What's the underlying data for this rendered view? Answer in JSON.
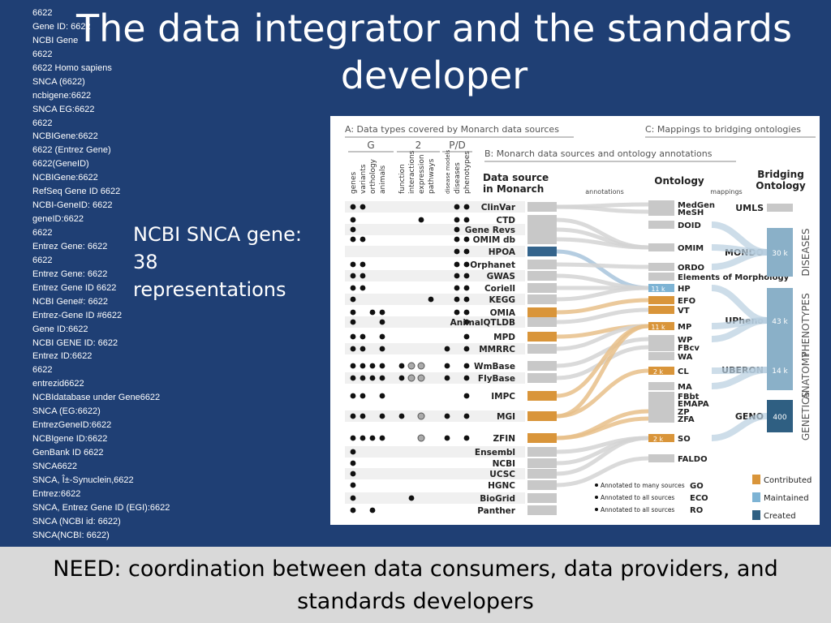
{
  "slide": {
    "title": "The data integrator and the standards developer",
    "callout": "NCBI SNCA gene:\n38\nrepresentations",
    "footer": "NEED: coordination between data consumers, data providers, and standards developers"
  },
  "identifiers": [
    "6622",
    "Gene ID: 6622",
    "NCBI Gene",
    "6622",
    "6622 Homo sapiens",
    "SNCA (6622)",
    "ncbigene:6622",
    "SNCA EG:6622",
    "6622",
    "NCBIGene:6622",
    "6622 (Entrez Gene)",
    "6622(GeneID)",
    "NCBIGene:6622",
    "RefSeq Gene ID 6622",
    "NCBI-GeneID: 6622",
    "geneID:6622",
    "6622",
    "Entrez Gene: 6622",
    "6622",
    "Entrez Gene: 6622",
    "Entrez Gene ID 6622",
    "NCBI Gene#: 6622",
    "Entrez-Gene ID #6622",
    "Gene ID:6622",
    "NCBI GENE ID: 6622",
    "Entrez ID:6622",
    "6622",
    "entrezid6622",
    "NCBIdatabase under Gene6622",
    "SNCA (EG:6622)",
    "EntrezGeneID:6622",
    "NCBIgene ID:6622",
    "GenBank ID 6622",
    "SNCA6622",
    "SNCA, Î±-Synuclein,6622",
    "Entrez:6622",
    "SNCA, Entrez Gene ID (EGI):6622",
    "SNCA (NCBI id: 6622)",
    "SNCA(NCBI: 6622)"
  ],
  "figure": {
    "section_a": "A: Data types covered by Monarch data sources",
    "section_b": "B: Monarch data sources and ontology annotations",
    "section_c": "C: Mappings to bridging ontologies",
    "groups": [
      "G",
      "2",
      "P/D"
    ],
    "datatypes": [
      "genes",
      "variants",
      "orthology",
      "animals",
      "function",
      "interactions",
      "expression",
      "pathways",
      "disease models",
      "diseases",
      "phenotypes"
    ],
    "col_source": "Data source in Monarch",
    "col_annotations": "annotations",
    "col_ontology": "Ontology",
    "col_mappings": "mappings",
    "col_bridging": "Bridging Ontology",
    "sources": [
      {
        "name": "ClinVar",
        "dots": "11000000011",
        "bar": "#c8c8c8"
      },
      {
        "name": "CTD",
        "dots": "10000010011",
        "bar": "#c8c8c8"
      },
      {
        "name": "Gene Revs",
        "dots": "10000000010",
        "bar": "#c8c8c8"
      },
      {
        "name": "OMIM db",
        "dots": "11000000011",
        "bar": "#c8c8c8"
      },
      {
        "name": "HPOA",
        "dots": "00000000011",
        "bar": "#34648c"
      },
      {
        "name": "Orphanet",
        "dots": "11000000011",
        "bar": "#c8c8c8"
      },
      {
        "name": "GWAS",
        "dots": "11000000011",
        "bar": "#c8c8c8"
      },
      {
        "name": "Coriell",
        "dots": "11000000011",
        "bar": "#c8c8c8"
      },
      {
        "name": "KEGG",
        "dots": "10000001011",
        "bar": "#c8c8c8"
      },
      {
        "name": "OMIA",
        "dots": "10110000011",
        "bar": "#d9953a"
      },
      {
        "name": "AnimalQTLDB",
        "dots": "10010000001",
        "bar": "#c8c8c8"
      },
      {
        "name": "MPD",
        "dots": "11010000001",
        "bar": "#d9953a"
      },
      {
        "name": "MMRRC",
        "dots": "11010000101",
        "bar": "#c8c8c8"
      },
      {
        "name": "WmBase",
        "dots": "11111220101",
        "bar": "#c8c8c8"
      },
      {
        "name": "FlyBase",
        "dots": "11111220101",
        "bar": "#c8c8c8"
      },
      {
        "name": "IMPC",
        "dots": "11010000001",
        "bar": "#d9953a"
      },
      {
        "name": "MGI",
        "dots": "11011020101",
        "bar": "#d9953a"
      },
      {
        "name": "ZFIN",
        "dots": "11110020101",
        "bar": "#d9953a"
      },
      {
        "name": "Ensembl",
        "dots": "10000000000",
        "bar": "#c8c8c8"
      },
      {
        "name": "NCBI",
        "dots": "10000000000",
        "bar": "#c8c8c8"
      },
      {
        "name": "UCSC",
        "dots": "10000000000",
        "bar": "#c8c8c8"
      },
      {
        "name": "HGNC",
        "dots": "10000000000",
        "bar": "#c8c8c8"
      },
      {
        "name": "BioGrid",
        "dots": "10000100000",
        "bar": "#c8c8c8"
      },
      {
        "name": "Panther",
        "dots": "10100000000",
        "bar": "#c8c8c8"
      }
    ],
    "ontologies": [
      {
        "name": "MedGen",
        "bar": "#c8c8c8",
        "count": ""
      },
      {
        "name": "MeSH",
        "bar": "#c8c8c8",
        "count": ""
      },
      {
        "name": "DOID",
        "bar": "#c8c8c8",
        "count": ""
      },
      {
        "name": "OMIM",
        "bar": "#c8c8c8",
        "count": ""
      },
      {
        "name": "ORDO",
        "bar": "#c8c8c8",
        "count": ""
      },
      {
        "name": "Elements of Morphology",
        "bar": "#c8c8c8",
        "count": ""
      },
      {
        "name": "HP",
        "bar": "#7db3d4",
        "count": "11 k"
      },
      {
        "name": "EFO",
        "bar": "#d9953a",
        "count": ""
      },
      {
        "name": "VT",
        "bar": "#d9953a",
        "count": ""
      },
      {
        "name": "MP",
        "bar": "#d9953a",
        "count": "11 k"
      },
      {
        "name": "WP",
        "bar": "#c8c8c8",
        "count": ""
      },
      {
        "name": "FBcv",
        "bar": "#c8c8c8",
        "count": ""
      },
      {
        "name": "WA",
        "bar": "#c8c8c8",
        "count": ""
      },
      {
        "name": "CL",
        "bar": "#d9953a",
        "count": "2 k"
      },
      {
        "name": "MA",
        "bar": "#c8c8c8",
        "count": ""
      },
      {
        "name": "FBbt",
        "bar": "#c8c8c8",
        "count": ""
      },
      {
        "name": "EMAPA",
        "bar": "#c8c8c8",
        "count": ""
      },
      {
        "name": "ZP",
        "bar": "#c8c8c8",
        "count": ""
      },
      {
        "name": "ZFA",
        "bar": "#c8c8c8",
        "count": ""
      },
      {
        "name": "SO",
        "bar": "#d9953a",
        "count": "2 k"
      },
      {
        "name": "FALDO",
        "bar": "#c8c8c8",
        "count": ""
      }
    ],
    "bridging": [
      {
        "name": "UMLS",
        "count": "",
        "color": "#c8c8c8"
      },
      {
        "name": "MONDO",
        "count": "30 k",
        "color": "#8ab0c8"
      },
      {
        "name": "UPheno",
        "count": "43 k",
        "color": "#8ab0c8"
      },
      {
        "name": "UBERON",
        "count": "14 k",
        "color": "#8ab0c8"
      },
      {
        "name": "GENO",
        "count": "400",
        "color": "#2f5f82"
      }
    ],
    "domains": [
      "DISEASES",
      "PHENOTYPES",
      "ANATOMY",
      "GENETICS"
    ],
    "annotated": [
      {
        "text": "Annotated to many sources",
        "code": "GO"
      },
      {
        "text": "Annotated to all sources",
        "code": "ECO"
      },
      {
        "text": "Annotated to all sources",
        "code": "RO"
      }
    ],
    "legend": [
      {
        "label": "Contributed",
        "color": "#d9953a"
      },
      {
        "label": "Maintained",
        "color": "#7db3d4"
      },
      {
        "label": "Created",
        "color": "#2f5f82"
      }
    ]
  }
}
